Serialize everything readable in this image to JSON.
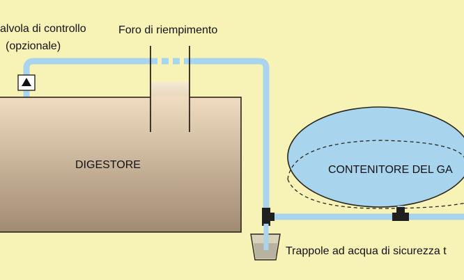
{
  "labels": {
    "control_valve_line1": "alvola di controllo",
    "control_valve_line2": "(opzionale)",
    "fill_hole": "Foro di riempimento",
    "digester": "DIGESTORE",
    "gas_container": "CONTENITORE DEL GA",
    "water_trap": "Trappole ad acqua di sicurezza t"
  },
  "icons": {
    "valve": "triangle-up-valve-icon",
    "tee_joint": "tee-fitting-icon",
    "trap_cup": "water-trap-cup-icon"
  },
  "colors": {
    "background": "#f7f3b6",
    "pipe": "#a8d4ee",
    "pipe_edge": "#7fb6d8",
    "digester_top": "#efdcc0",
    "digester_bottom": "#a08a72",
    "gas_fill": "#a8d4ee",
    "outline": "#2a2418",
    "fitting": "#1f1f1f"
  }
}
